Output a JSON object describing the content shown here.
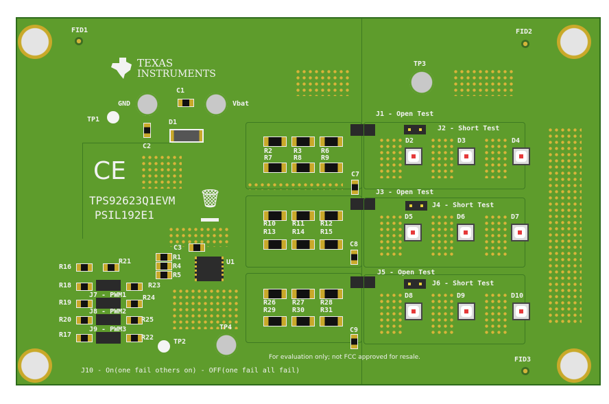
{
  "fiducials": {
    "fid1": "FID1",
    "fid2": "FID2",
    "fid3": "FID3"
  },
  "logo": {
    "line1": "TEXAS",
    "line2": "INSTRUMENTS"
  },
  "power": {
    "gnd": "GND",
    "vbat": "Vbat",
    "c1": "C1",
    "c2": "C2",
    "d1": "D1",
    "tp1": "TP1"
  },
  "board": {
    "name": "TPS92623Q1EVM",
    "id": "PSIL192E1",
    "ce": "CE"
  },
  "test_points": {
    "tp2": "TP2",
    "tp3": "TP3",
    "tp4": "TP4"
  },
  "controller": {
    "u1": "U1",
    "c3": "C3",
    "r1": "R1",
    "r4": "R4",
    "r5": "R5"
  },
  "pwm": {
    "r16": "R16",
    "r21": "R21",
    "r18": "R18",
    "r23": "R23",
    "j7": "J7 - PWM1",
    "r19": "R19",
    "r24": "R24",
    "j8": "J8 - PWM2",
    "r20": "R20",
    "r25": "R25",
    "j9": "J9 - PWM3",
    "r17": "R17",
    "r22": "R22"
  },
  "resistors": {
    "row1": [
      "R2",
      "R3",
      "R6",
      "R7",
      "R8",
      "R9"
    ],
    "row2": [
      "R10",
      "R11",
      "R12",
      "R13",
      "R14",
      "R15"
    ],
    "row3": [
      "R26",
      "R27",
      "R28",
      "R29",
      "R30",
      "R31"
    ]
  },
  "caps": {
    "c7": "C7",
    "c8": "C8",
    "c9": "C9"
  },
  "channels": [
    {
      "open": "J1 - Open Test",
      "short": "J2 - Short Test",
      "leds": [
        "D2",
        "D3",
        "D4"
      ]
    },
    {
      "open": "J3 - Open Test",
      "short": "J4 - Short Test",
      "leds": [
        "D5",
        "D6",
        "D7"
      ]
    },
    {
      "open": "J5 - Open Test",
      "short": "J6 - Short Test",
      "leds": [
        "D8",
        "D9",
        "D10"
      ]
    }
  ],
  "notice": "For evaluation only; not FCC approved for resale.",
  "j10": "J10 - On(one fail others on) - OFF(one fail all fail)"
}
